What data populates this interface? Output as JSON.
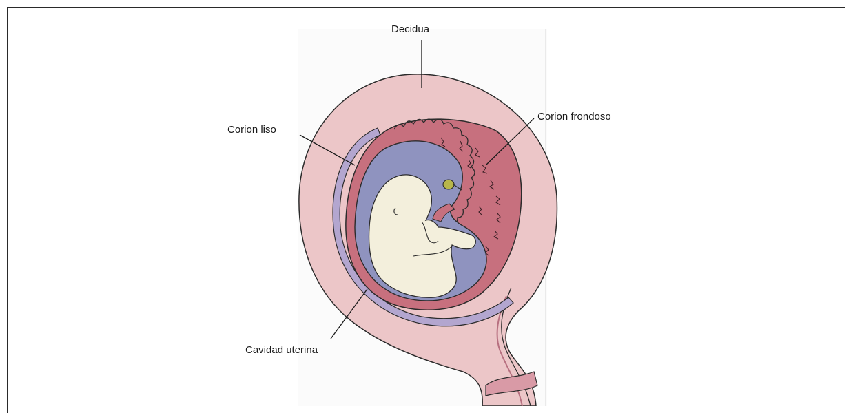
{
  "labels": {
    "decidua": "Decidua",
    "corion_liso": "Corion liso",
    "corion_frondoso": "Corion frondoso",
    "cavidad_uterina": "Cavidad uterina"
  },
  "colors": {
    "decidua": "#ecc6c8",
    "chorion": "#c7707e",
    "amniotic_cavity": "#8f93bf",
    "embryo": "#f3efdc",
    "yolk_sac": "#b8b64a",
    "outline": "#2b2b2b"
  }
}
